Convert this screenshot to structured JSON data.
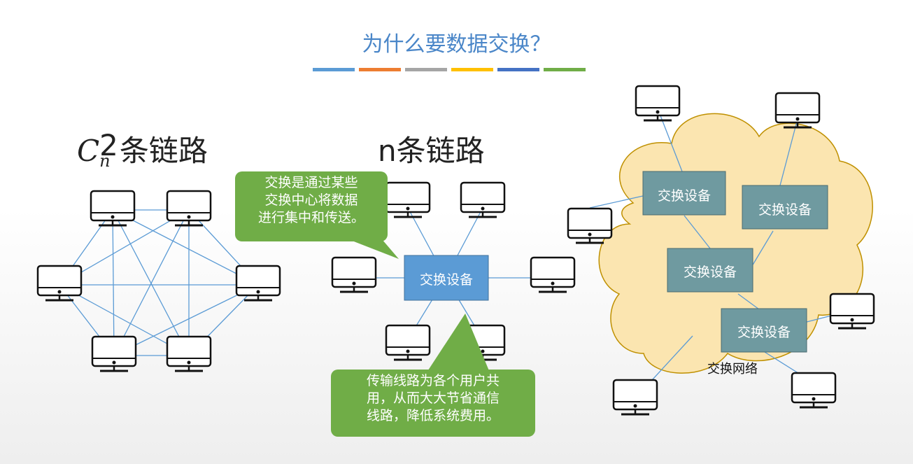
{
  "title": "为什么要数据交换？",
  "accent_bars": [
    "#5b9bd5",
    "#ed7d31",
    "#a5a5a5",
    "#ffc000",
    "#4472c4",
    "#70ad47"
  ],
  "heading_full_mesh": {
    "base": "C",
    "sup": "2",
    "sub": "n",
    "suffix": "条链路"
  },
  "heading_star": "n条链路",
  "callout_top": [
    "交换是通过某些",
    "交换中心将数据",
    "进行集中和传送。"
  ],
  "callout_bottom": [
    "传输线路为各个用户共",
    "用，从而大大节省通信",
    "线路，降低系统费用。"
  ],
  "switch_label": "交换设备",
  "network_label": "交换网络",
  "colors": {
    "link": "#5b9bd5",
    "switch_blue": "#5b9bd5",
    "switch_gray": "#6f9aa0",
    "cloud": "#fbe5b0",
    "cloud_edge": "#bf9000",
    "bubble": "#70ad47"
  },
  "icons": [
    "monitor-icon"
  ]
}
